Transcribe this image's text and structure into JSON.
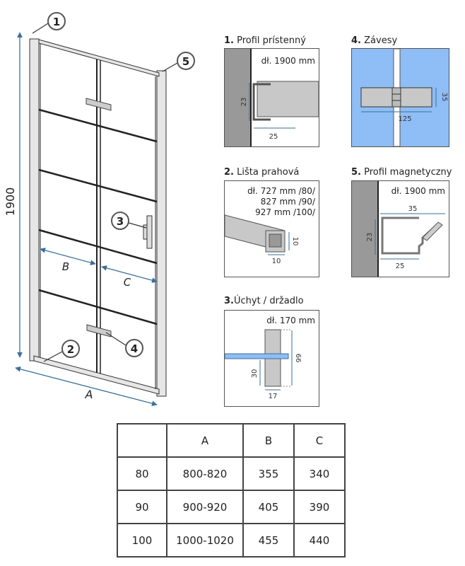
{
  "drawing": {
    "height_label": "1900",
    "width_label": "A",
    "dim_b": "B",
    "dim_c": "C",
    "callouts": [
      "1",
      "2",
      "3",
      "4",
      "5"
    ]
  },
  "panels": [
    {
      "num": "1.",
      "title": "Profil prístenný",
      "length": "dł. 1900 mm",
      "dims": [
        "23",
        "25"
      ]
    },
    {
      "num": "4.",
      "title": "Závesy",
      "dims": [
        "35",
        "125"
      ]
    },
    {
      "num": "2.",
      "title": "Lišta prahová",
      "length_lines": [
        "dł. 727 mm /80/",
        "827 mm /90/",
        "927 mm /100/"
      ],
      "dims": [
        "10",
        "10"
      ]
    },
    {
      "num": "5.",
      "title": "Profil magnetyczny",
      "length": "dł. 1900 mm",
      "dims": [
        "35",
        "23",
        "25"
      ]
    },
    {
      "num": "3.",
      "title": "Úchyt / držadlo",
      "length": "dł. 170 mm",
      "dims": [
        "66",
        "30",
        "17"
      ]
    }
  ],
  "table": {
    "headers": [
      "",
      "A",
      "B",
      "C"
    ],
    "rows": [
      [
        "80",
        "800-820",
        "355",
        "340"
      ],
      [
        "90",
        "900-920",
        "405",
        "390"
      ],
      [
        "100",
        "1000-1020",
        "455",
        "440"
      ]
    ]
  },
  "colors": {
    "glass_blue": "#8fbdf5",
    "profile_gray": "#c8c8c8",
    "wall_gray": "#999999",
    "dim_blue": "#3a6f9a"
  }
}
